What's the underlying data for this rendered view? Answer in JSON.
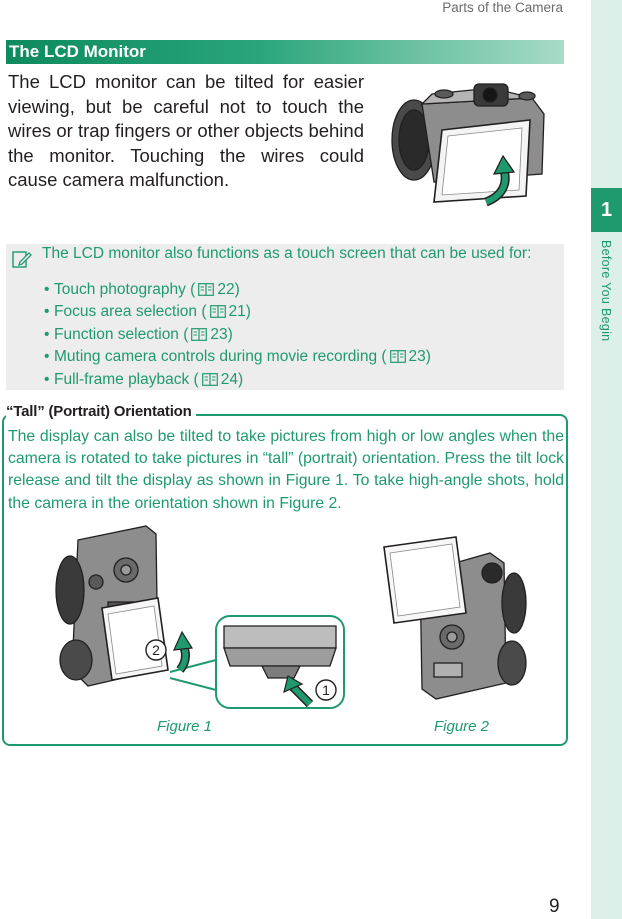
{
  "page": {
    "running_head": "Parts of the Camera",
    "page_number": "9"
  },
  "chapter": {
    "number": "1",
    "label": "Before You Begin"
  },
  "section": {
    "title": "The LCD Monitor",
    "intro": "The LCD monitor can be tilted for easier viewing, but be careful not to touch the wires or trap fingers or other objects behind the monitor. Touching the wires could cause camera malfunction."
  },
  "note": {
    "lead": "The LCD monitor also functions as a touch screen that can be used for:",
    "items": [
      {
        "text": "Touch photography (",
        "page": "22)"
      },
      {
        "text": "Focus area selection (",
        "page": "21)"
      },
      {
        "text": "Function selection (",
        "page": "23)"
      },
      {
        "text": "Muting camera controls during movie recording (",
        "page": "23)"
      },
      {
        "text": "Full-frame playback (",
        "page": "24)"
      }
    ]
  },
  "tall": {
    "title": "“Tall” (Portrait) Orientation",
    "text": "The display can also be tilted to take pictures from high or low angles when the camera is rotated to take pictures in “tall” (portrait) orientation. Press the tilt lock release and tilt the display as shown in Figure 1. To take high-angle shots, hold the camera in the orientation shown in Figure 2.",
    "step1": "1",
    "step2": "2",
    "figure1": "Figure 1",
    "figure2": "Figure 2"
  },
  "colors": {
    "accent": "#1f9a6e",
    "tab_bg": "#dcefe8",
    "note_bg": "#ededed"
  }
}
